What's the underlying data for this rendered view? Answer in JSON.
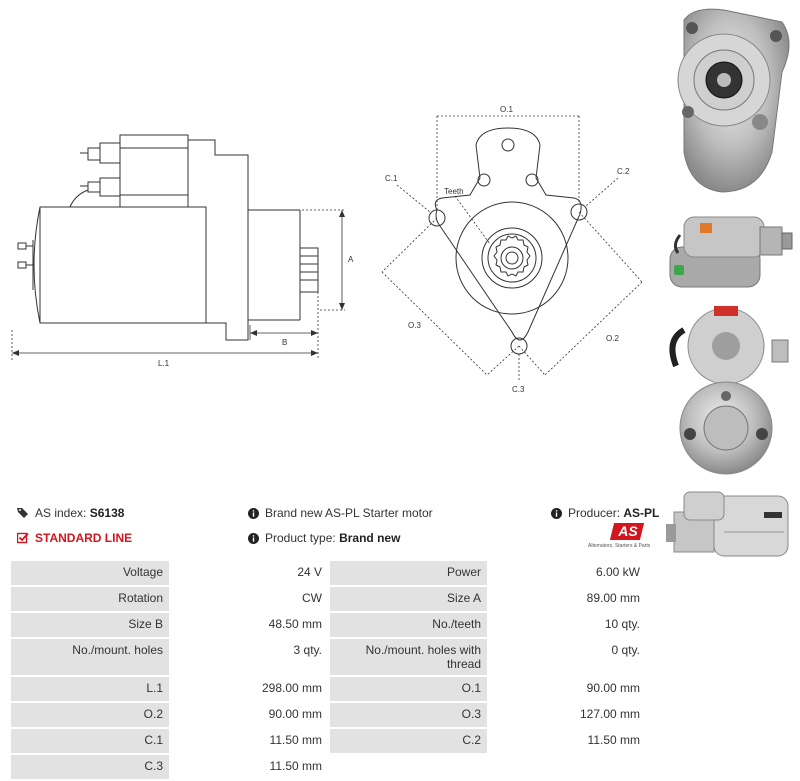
{
  "drawing": {
    "side": {
      "label_a": "A",
      "label_b": "B",
      "label_l1": "L.1"
    },
    "front": {
      "label_o1": "O.1",
      "label_o2": "O.2",
      "label_o3": "O.3",
      "label_c1": "C.1",
      "label_c2": "C.2",
      "label_c3": "C.3",
      "label_teeth": "Teeth"
    }
  },
  "info": {
    "as_index_label": "AS index:",
    "as_index_value": "S6138",
    "standard_line": "STANDARD LINE",
    "description": "Brand new AS-PL Starter motor",
    "product_type_label": "Product type:",
    "product_type_value": "Brand new",
    "producer_label": "Producer:",
    "producer_value": "AS-PL",
    "logo_text": "AS",
    "logo_tagline": "Alternators, Starters & Parts"
  },
  "specs": [
    [
      "Voltage",
      "24 V",
      "Power",
      "6.00 kW"
    ],
    [
      "Rotation",
      "CW",
      "Size A",
      "89.00 mm"
    ],
    [
      "Size B",
      "48.50 mm",
      "No./teeth",
      "10 qty."
    ],
    [
      "No./mount. holes",
      "3 qty.",
      "No./mount. holes with thread",
      "0 qty."
    ],
    [
      "L.1",
      "298.00 mm",
      "O.1",
      "90.00 mm"
    ],
    [
      "O.2",
      "90.00 mm",
      "O.3",
      "127.00 mm"
    ],
    [
      "C.1",
      "11.50 mm",
      "C.2",
      "11.50 mm"
    ],
    [
      "C.3",
      "11.50 mm",
      "",
      ""
    ]
  ],
  "colors": {
    "accent_red": "#d3151d",
    "label_cell": "#e2e2e2"
  },
  "icons": {
    "tag": "tag-icon",
    "check": "checkbox-check-icon",
    "info": "info-icon"
  }
}
